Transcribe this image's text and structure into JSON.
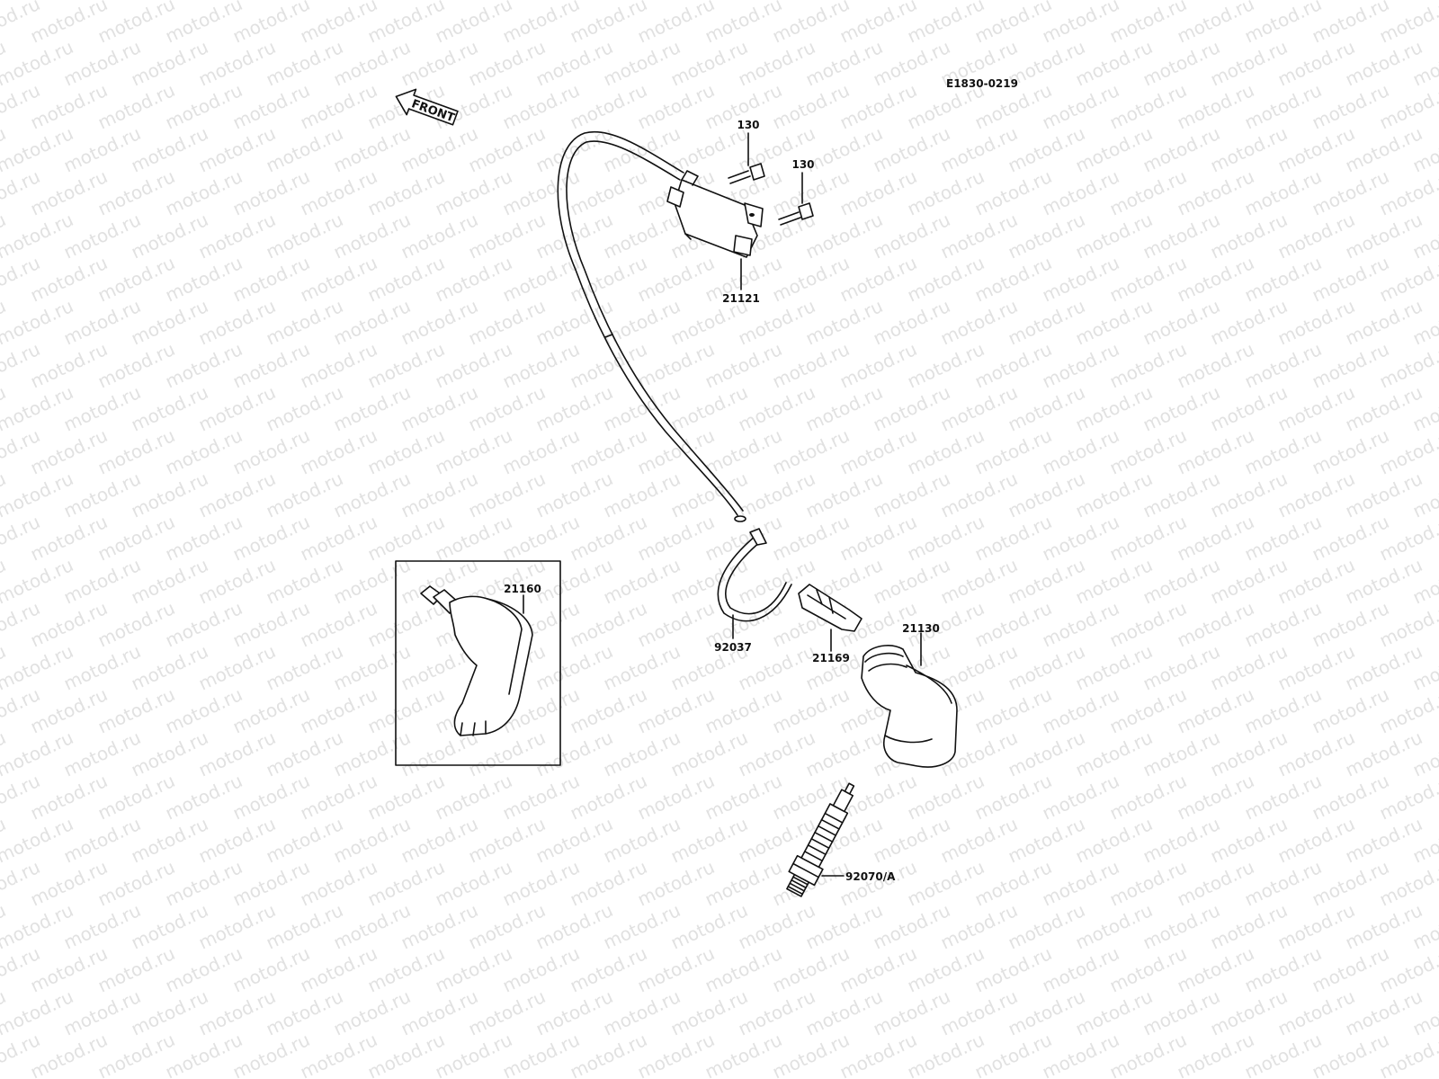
{
  "diagram": {
    "code": "E1830-0219",
    "front_arrow_text": "FRONT",
    "watermark_text": "motod.ru",
    "parts": {
      "bolt_a": "130",
      "bolt_b": "130",
      "ignition_coil": "21121",
      "spark_plug_cap_inset": "21160",
      "plug_cap": "21130",
      "cable_clamp": "92037",
      "connector": "21169",
      "spark_plug": "92070/A"
    }
  }
}
